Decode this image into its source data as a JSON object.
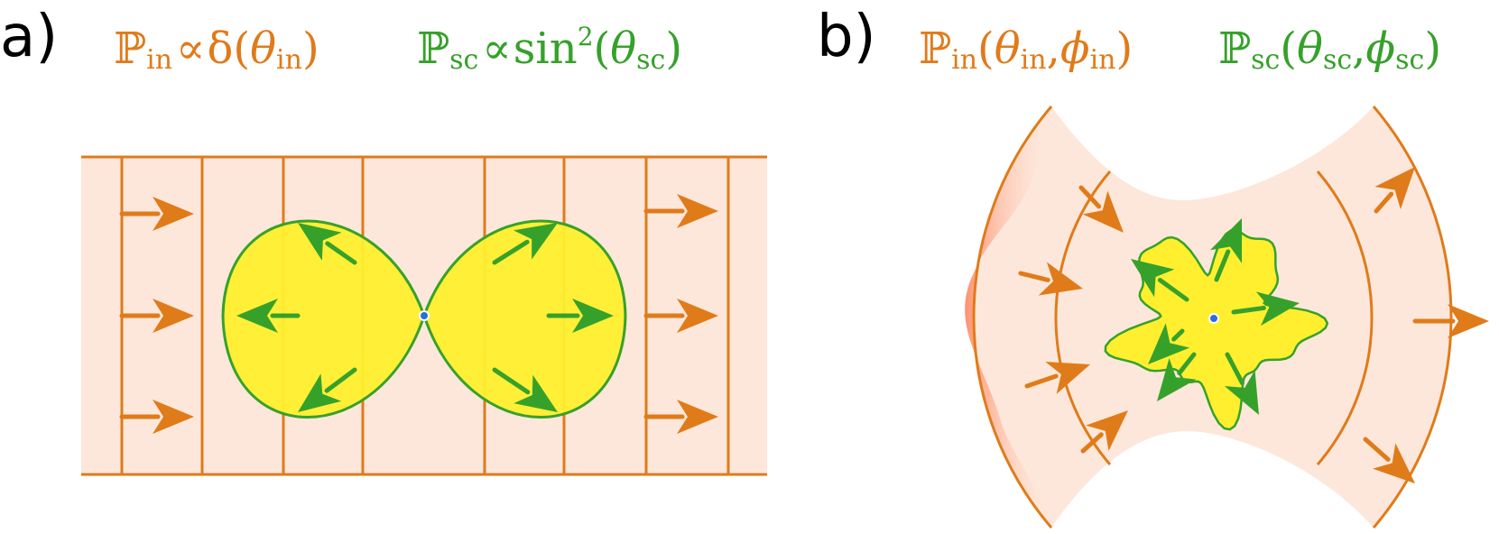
{
  "panel_a": {
    "label": "a)",
    "eq_in": {
      "P": "ℙ",
      "in_sub": "in",
      "prop": "∝",
      "delta": "δ(",
      "theta": "θ",
      "theta_sub": "in",
      "close": ")"
    },
    "eq_sc": {
      "P": "ℙ",
      "sc_sub": "sc",
      "prop": "∝",
      "sin": "sin",
      "sup": "2",
      "open": "(",
      "theta": "θ",
      "theta_sub": "sc",
      "close": ")"
    }
  },
  "panel_b": {
    "label": "b)",
    "eq_in": {
      "P": "ℙ",
      "in_sub": "in",
      "open": "(",
      "theta": "θ",
      "theta_sub": "in",
      "comma": ",",
      "phi": "ϕ",
      "phi_sub": "in",
      "close": ")"
    },
    "eq_sc": {
      "P": "ℙ",
      "sc_sub": "sc",
      "open": "(",
      "theta": "θ",
      "theta_sub": "sc",
      "comma": ",",
      "phi": "ϕ",
      "phi_sub": "sc",
      "close": ")"
    }
  },
  "colors": {
    "orange": "#e07b1a",
    "light_orange": "#fde7da",
    "green": "#36a12a",
    "yellow": "#ffef2e",
    "dot": "#2a6fd6"
  }
}
